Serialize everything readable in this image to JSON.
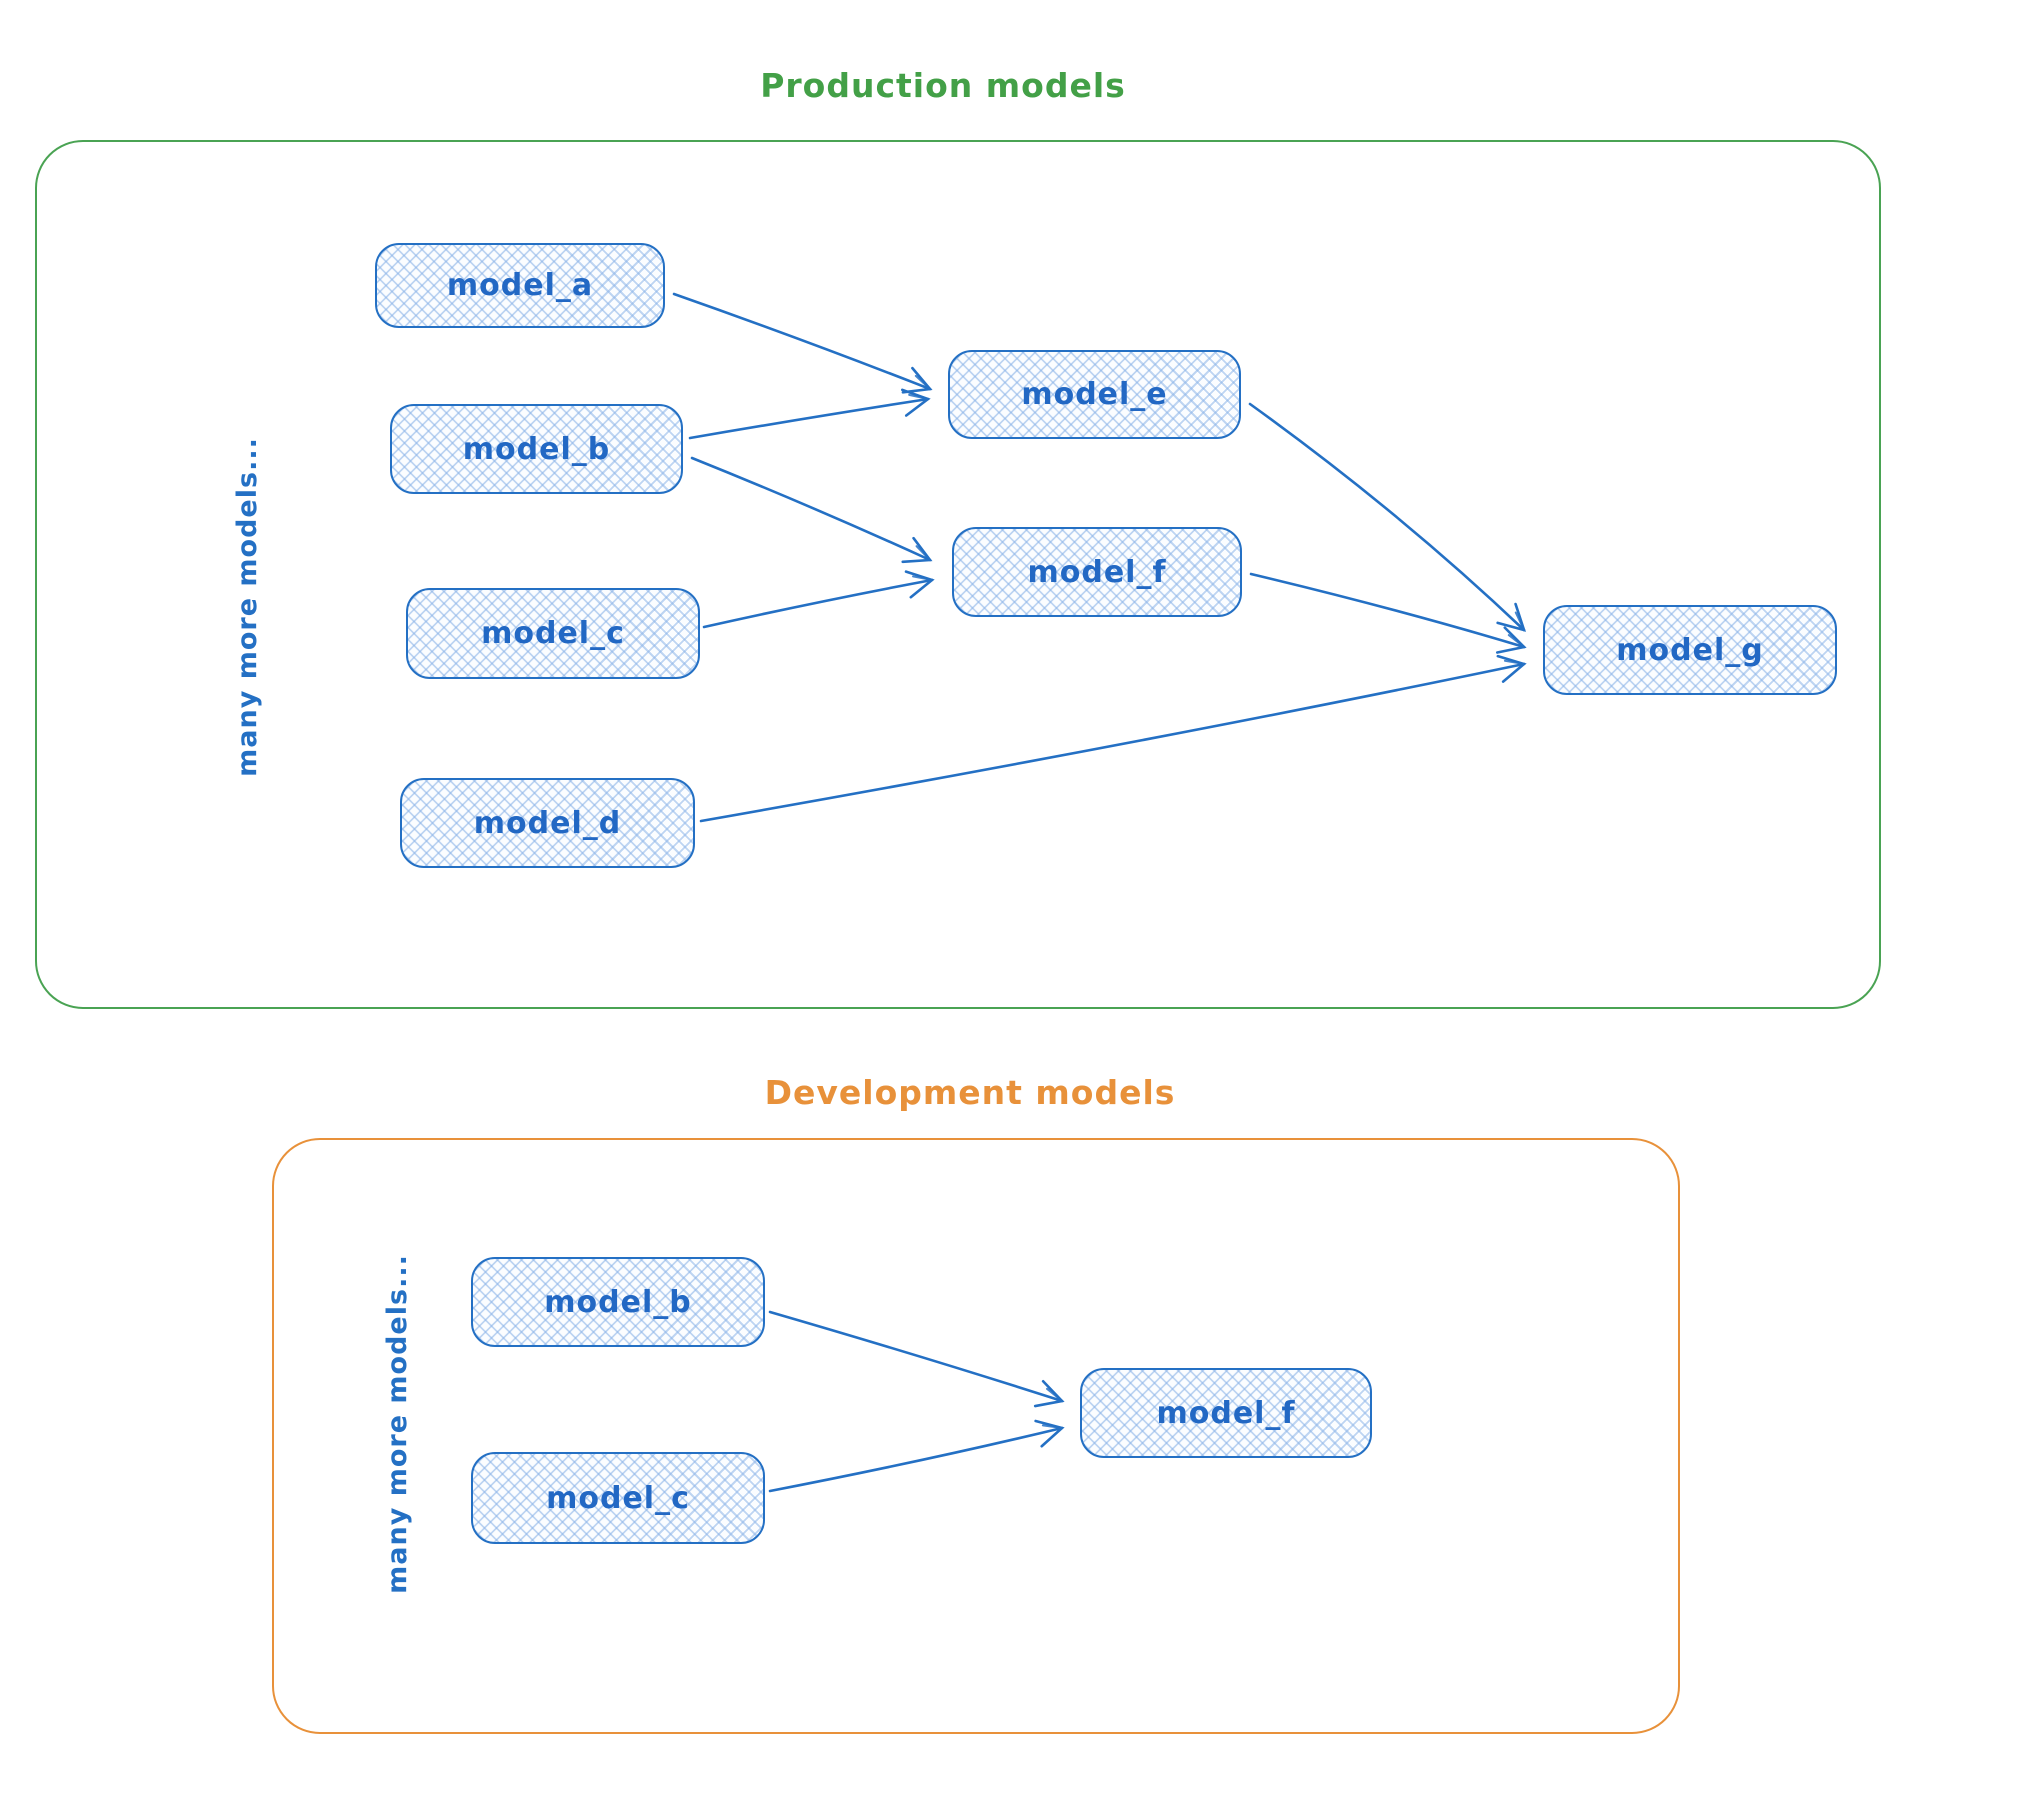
{
  "colors": {
    "node_stroke": "#2470c4",
    "node_text": "#2268c4",
    "node_fill_hatch": "#8cb4e8",
    "arrow": "#2470c4",
    "production_border": "#4aa353",
    "production_title": "#43a047",
    "development_border": "#e8913a",
    "development_title": "#e8913a"
  },
  "sections": {
    "production": {
      "title": "Production models",
      "side_label": "many more models...",
      "nodes": {
        "model_a": {
          "label": "model_a"
        },
        "model_b": {
          "label": "model_b"
        },
        "model_c": {
          "label": "model_c"
        },
        "model_d": {
          "label": "model_d"
        },
        "model_e": {
          "label": "model_e"
        },
        "model_f": {
          "label": "model_f"
        },
        "model_g": {
          "label": "model_g"
        }
      },
      "edges": [
        [
          "model_a",
          "model_e"
        ],
        [
          "model_b",
          "model_e"
        ],
        [
          "model_b",
          "model_f"
        ],
        [
          "model_c",
          "model_f"
        ],
        [
          "model_e",
          "model_g"
        ],
        [
          "model_f",
          "model_g"
        ],
        [
          "model_d",
          "model_g"
        ]
      ]
    },
    "development": {
      "title": "Development models",
      "side_label": "many more models...",
      "nodes": {
        "model_b": {
          "label": "model_b"
        },
        "model_c": {
          "label": "model_c"
        },
        "model_f": {
          "label": "model_f"
        }
      },
      "edges": [
        [
          "model_b",
          "model_f"
        ],
        [
          "model_c",
          "model_f"
        ]
      ]
    }
  }
}
